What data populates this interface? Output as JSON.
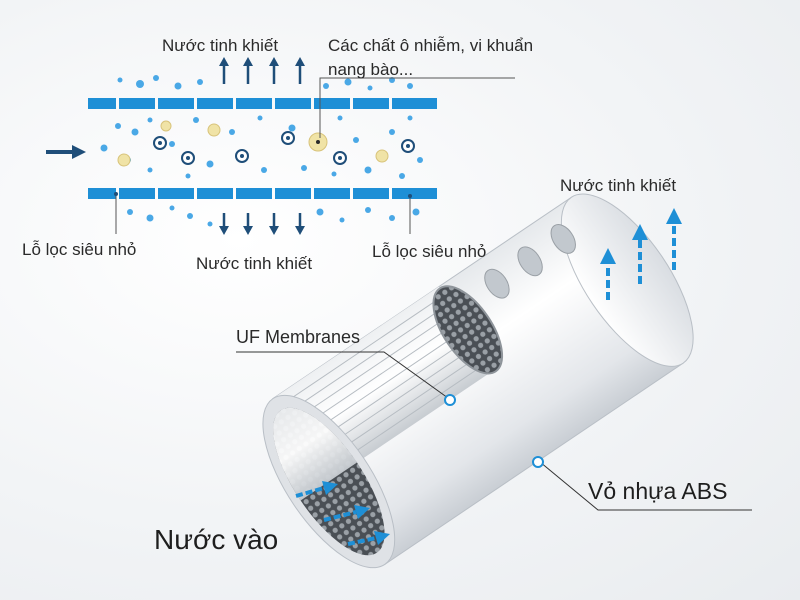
{
  "labels": {
    "pure_water_top": "Nước tinh khiết",
    "contaminants": "Các chất ô nhiễm, vi khuẩn nang bào...",
    "pore_left": "Lỗ lọc siêu nhỏ",
    "pure_water_bottom": "Nước tinh khiết",
    "pore_right": "Lỗ lọc siêu nhỏ",
    "pure_water_right": "Nước tinh khiết",
    "uf_membranes": "UF Membranes",
    "abs_shell": "Vỏ nhựa ABS",
    "water_in": "Nước vào"
  },
  "colors": {
    "accent_blue": "#1e8fd6",
    "arrow_navy": "#1f4e79",
    "particle_yellow": "#e9d48a",
    "text": "#2a2a2a"
  }
}
